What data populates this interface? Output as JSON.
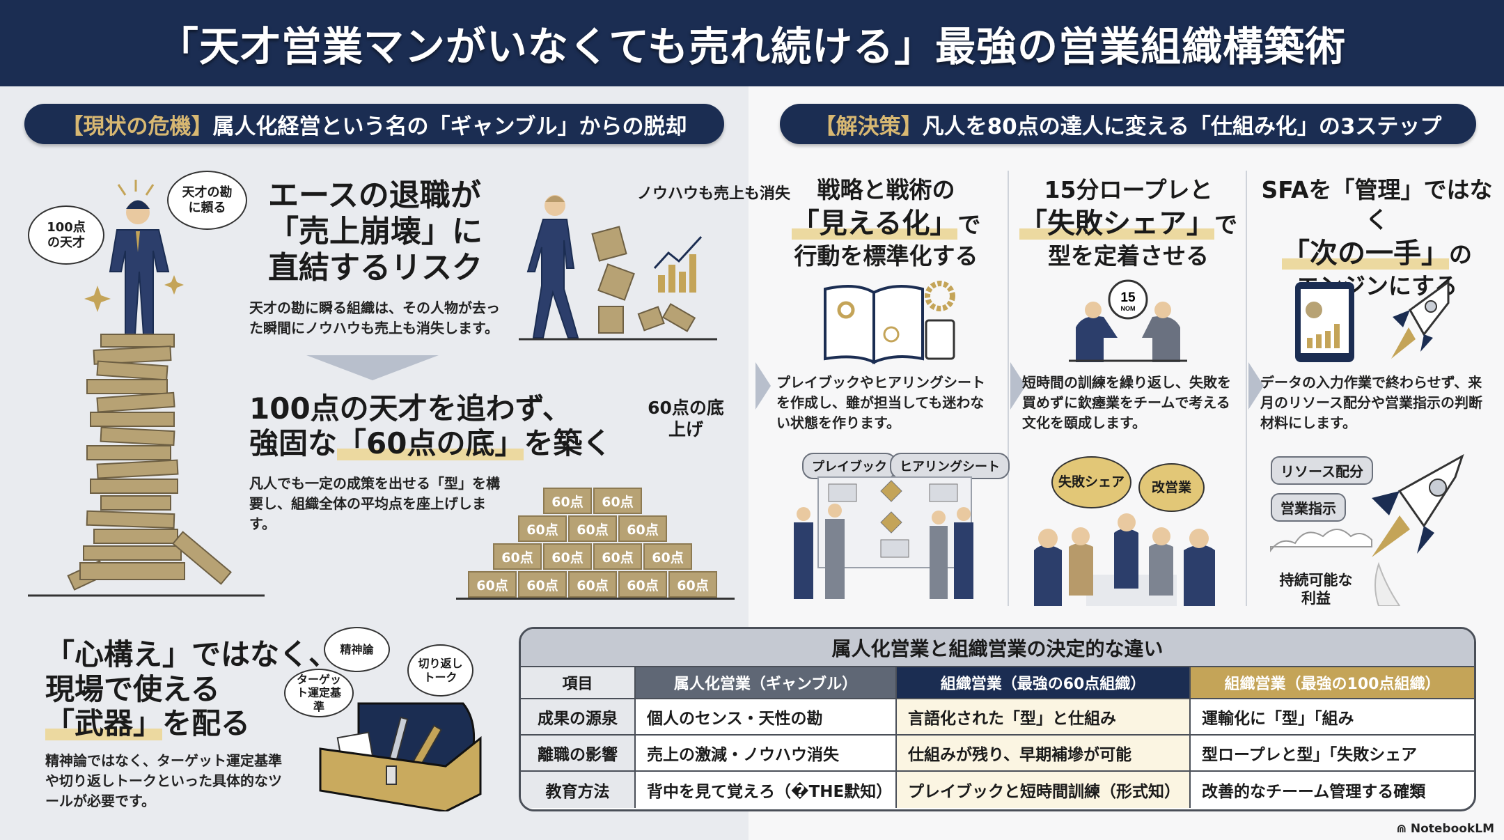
{
  "header": {
    "title": "「天才営業マンがいなくても売れ続ける」最強の営業組織構築術"
  },
  "left_section": {
    "pill_prefix": "【現状の危機】",
    "pill_text": "属人化経営という名の「ギャンブル」からの脱却",
    "genius_figure": {
      "bubble_left": "100点の天才",
      "bubble_right": "天才の勘に頼る"
    },
    "risk": {
      "headline_1": "エースの退職が",
      "headline_2a": "「売上崩壊」",
      "headline_2b": "に",
      "headline_3": "直結するリスク",
      "body": "天才の勘に瞬る組織は、その人物が去った瞬間にノウハウも売上も消失します。",
      "illustration_label": "ノウハウも売上も消失"
    },
    "foundation": {
      "headline_1": "100点の天才を追わず、",
      "headline_2a": "強固な",
      "headline_2b": "「60点の底」",
      "headline_2c": "を築く",
      "body": "凡人でも一定の成策を出せる「型」を構要し、組織全体の平均点を座上げします。",
      "label": "60点の底上げ",
      "box_label": "60点",
      "pyramid_rows": [
        2,
        3,
        4,
        5
      ]
    },
    "weapons": {
      "headline_1": "「心構え」ではなく、",
      "headline_2": "現場で使える",
      "headline_3a": "「武器」",
      "headline_3b": "を配る",
      "body": "精神論ではなく、ターゲット運定基準や切り返しトークといった具体的なツールが必要です。",
      "bubbles": [
        "ターゲット運定基準",
        "精神論",
        "切り返しトーク"
      ]
    }
  },
  "right_section": {
    "pill_prefix": "【解決策】",
    "pill_text": "凡人を80点の達人に変える「仕組み化」の3ステップ",
    "steps": [
      {
        "line1": "戦略と戦術の",
        "highlight": "「見える化」",
        "after": "で",
        "line3": "行動を標準化する",
        "body": "プレイブックやヒアリングシートを作成し、雖が担当しても迷わない状態を作ります。",
        "tags": [
          "プレイブック",
          "ヒアリングシート"
        ]
      },
      {
        "line1": "15分ロープレと",
        "highlight": "「失敗シェア」",
        "after": "で",
        "line3": "型を定着させる",
        "body": "短時間の訓練を繰り返し、失敗を買めずに欽瘗業をチームで考える文化を頤成します。",
        "clock_number": "15",
        "clock_unit": "NOM",
        "bubbles": [
          "失敗シェア",
          "改営業"
        ]
      },
      {
        "line1": "SFAを「管理」ではなく",
        "highlight": "「次の一手」",
        "after": "の",
        "line3": "エンジンにする",
        "body": "データの入力作業で終わらせず、来月のリソース配分や営業指示の判断材料にします。",
        "tags": [
          "リソース配分",
          "営業指示"
        ],
        "result": "持続可能な利益"
      }
    ]
  },
  "table": {
    "title": "属人化営業と組織営業の決定的な違い",
    "headers": [
      "項目",
      "属人化営業（ギャンブル）",
      "組織営業（最強の60点組織）",
      "組織営業（最強の100点組織）"
    ],
    "rows": [
      [
        "成果の源泉",
        "個人のセンス・天性の勘",
        "言語化された「型」と仕組み",
        "運輸化に「型」「組み"
      ],
      [
        "離職の影響",
        "売上の激減・ノウハウ消失",
        "仕組みが残り、早期補墋が可能",
        "型ロープレと型」「失敗シェア"
      ],
      [
        "教育方法",
        "背中を見て覚えろ（�THE默知）",
        "プレイブックと短時間訓練（形式知）",
        "改善的なチーーム管理する確類"
      ]
    ]
  },
  "footer": {
    "brand": "NotebookLM"
  },
  "colors": {
    "navy": "#1b2d52",
    "gold": "#c4a458",
    "block": "#b7a274",
    "panel_left": "#e9ebef"
  }
}
